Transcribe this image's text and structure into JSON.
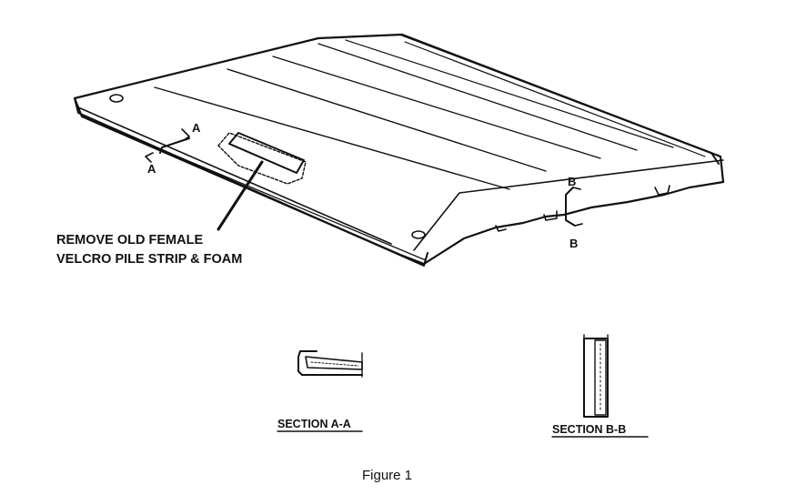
{
  "callout": {
    "line1": "REMOVE OLD FEMALE",
    "line2": "VELCRO PILE STRIP & FOAM"
  },
  "markers": {
    "a_top": "A",
    "a_bottom": "A",
    "b_top": "B",
    "b_bottom": "B"
  },
  "sections": {
    "a_label": "SECTION A-A",
    "b_label": "SECTION B-B"
  },
  "caption": "Figure 1"
}
